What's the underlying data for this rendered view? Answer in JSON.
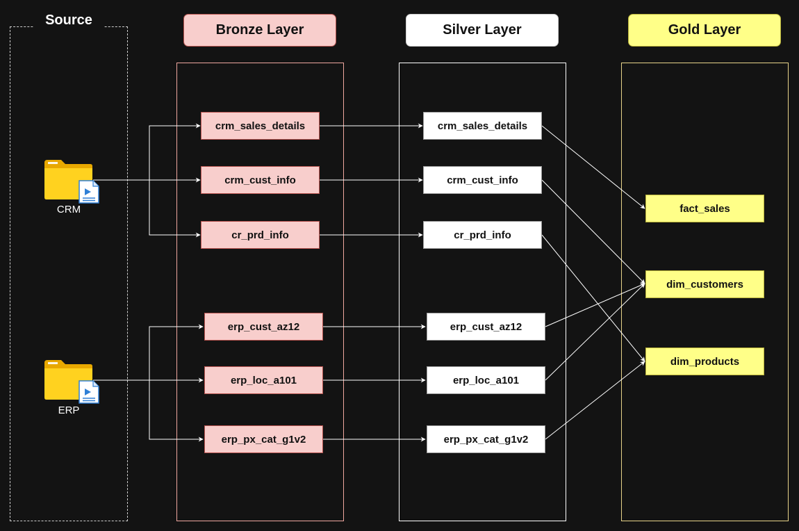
{
  "source": {
    "title": "Source",
    "systems": [
      {
        "label": "CRM",
        "icon": "folder-with-document-icon"
      },
      {
        "label": "ERP",
        "icon": "folder-with-document-icon"
      }
    ]
  },
  "layers": {
    "bronze": {
      "title": "Bronze Layer",
      "color": "#f8cecc",
      "tables": [
        "crm_sales_details",
        "crm_cust_info",
        "cr_prd_info",
        "erp_cust_az12",
        "erp_loc_a101",
        "erp_px_cat_g1v2"
      ]
    },
    "silver": {
      "title": "Silver Layer",
      "color": "#ffffff",
      "tables": [
        "crm_sales_details",
        "crm_cust_info",
        "cr_prd_info",
        "erp_cust_az12",
        "erp_loc_a101",
        "erp_px_cat_g1v2"
      ]
    },
    "gold": {
      "title": "Gold Layer",
      "color": "#ffff88",
      "tables": [
        "fact_sales",
        "dim_customers",
        "dim_products"
      ]
    }
  },
  "colors": {
    "background": "#131313",
    "bronze_border": "#f0a8a0",
    "silver_border": "#ffffff",
    "gold_border": "#e8d48a",
    "connector": "#ffffff"
  }
}
